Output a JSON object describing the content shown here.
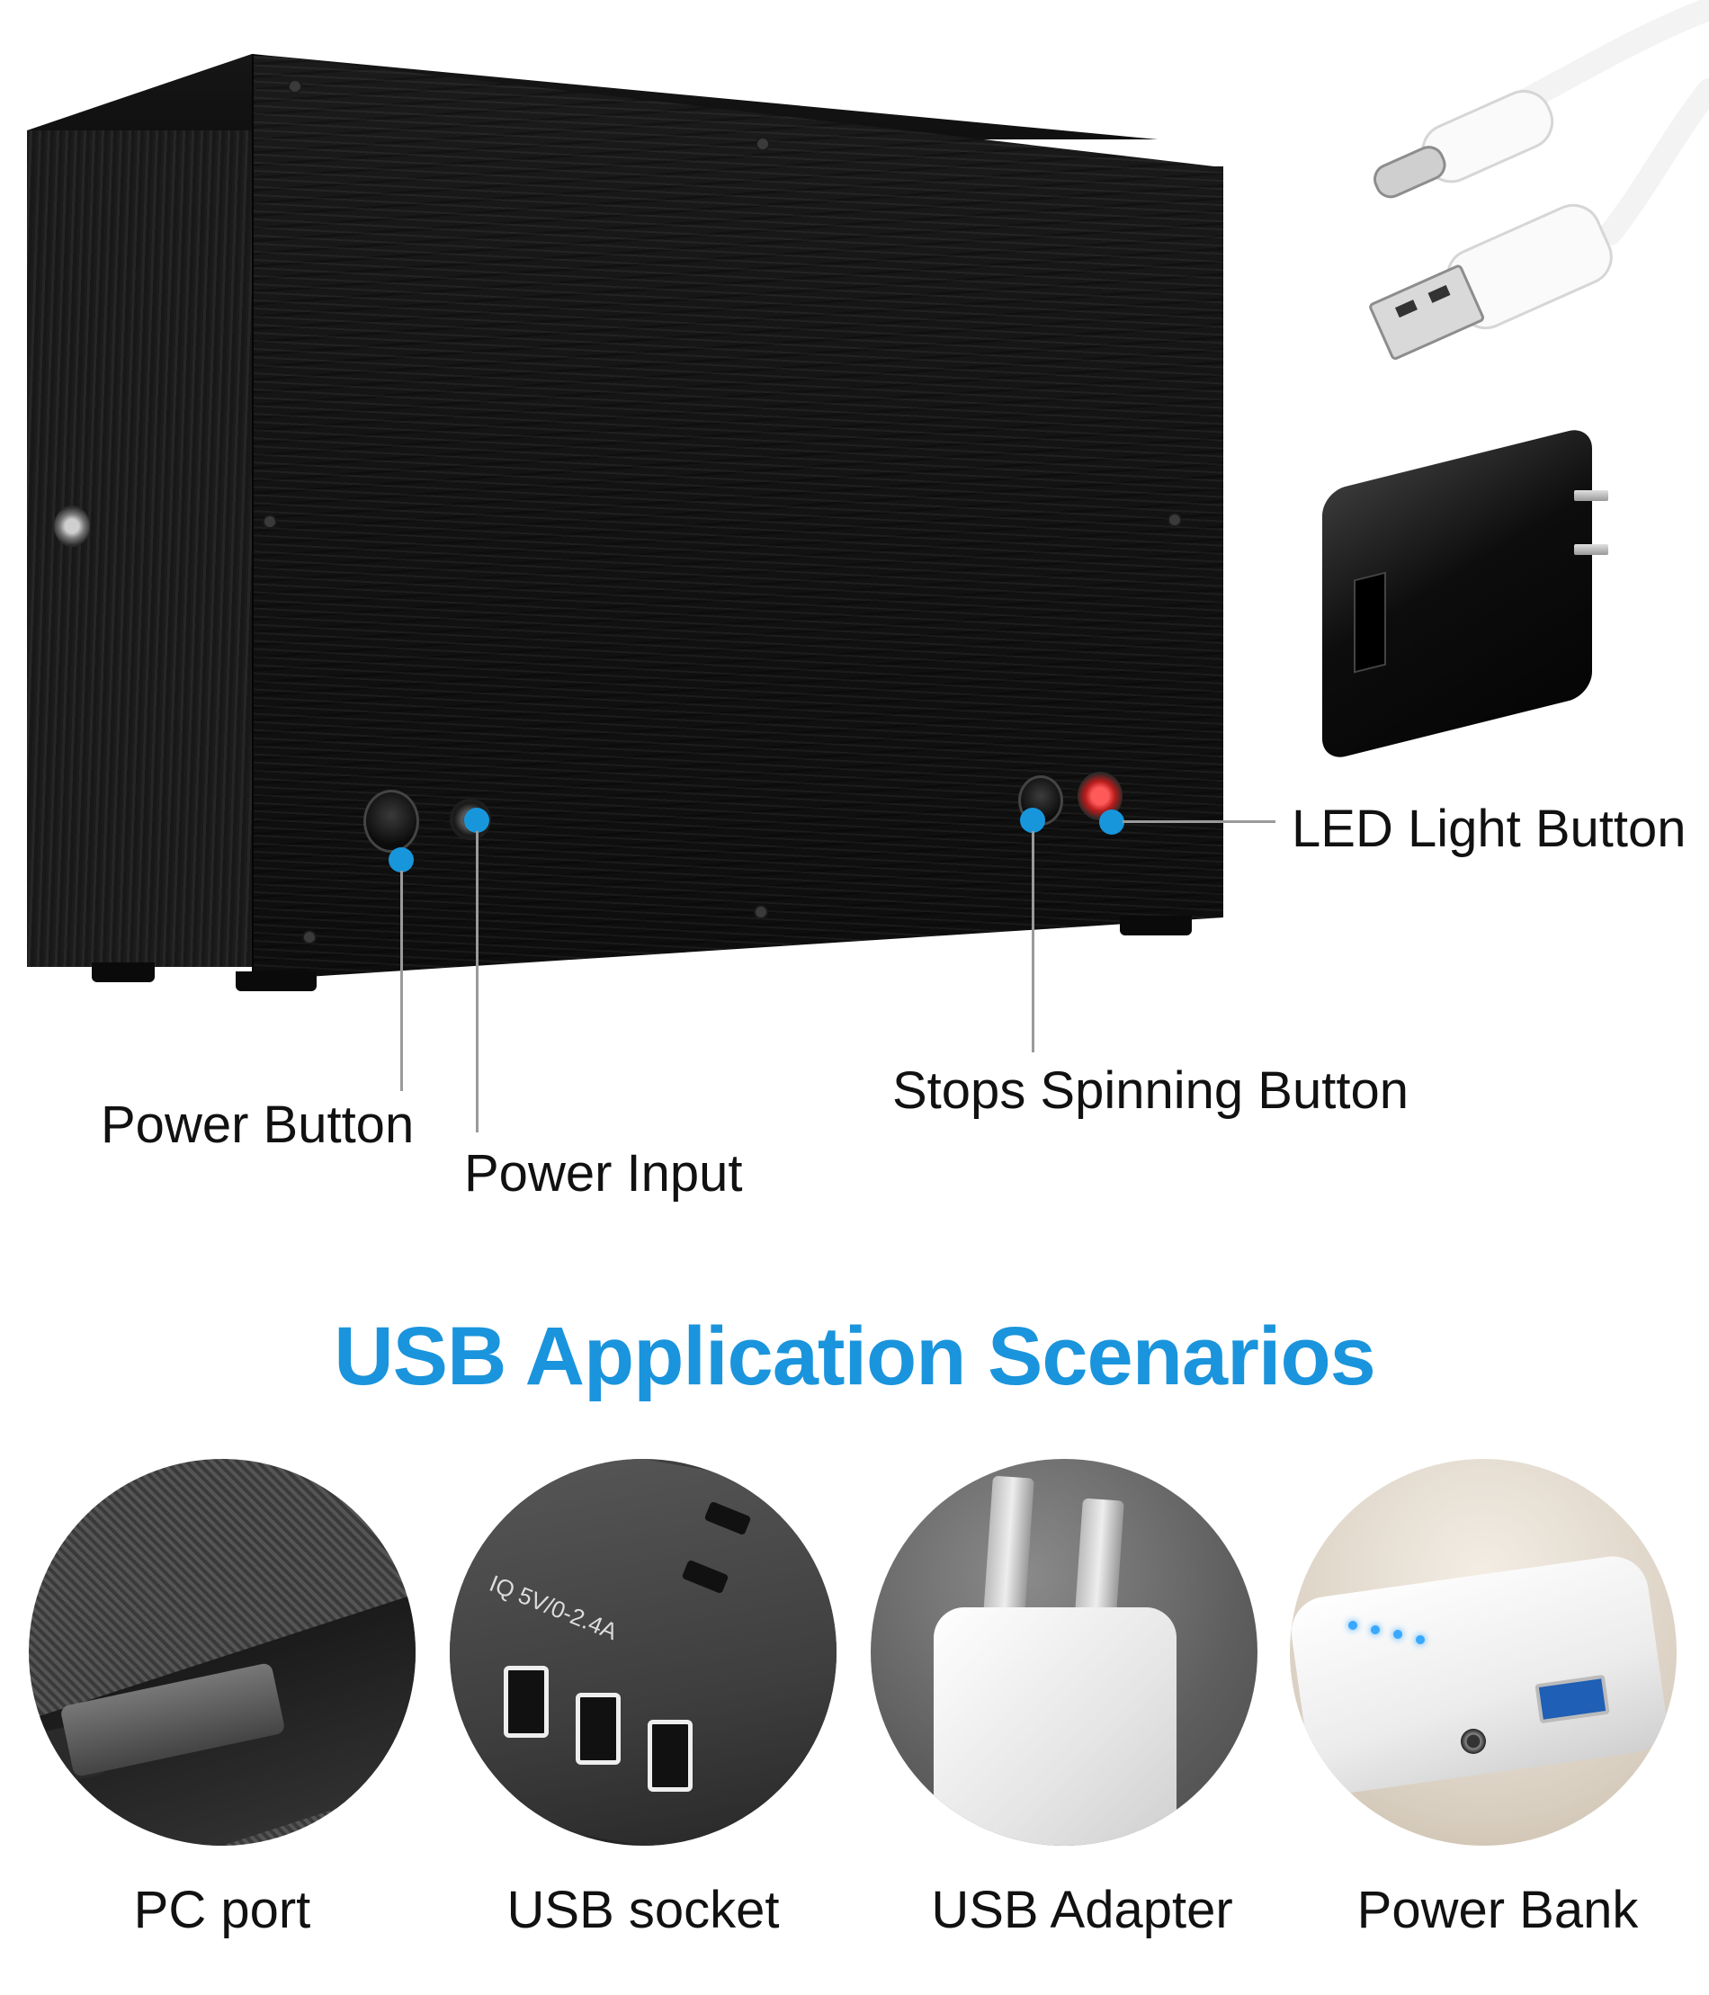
{
  "callouts": {
    "power_button": "Power Button",
    "power_input": "Power Input",
    "stops_spinning_button": "Stops Spinning Button",
    "led_light_button": "LED Light Button"
  },
  "section_title": "USB Application Scenarios",
  "scenarios": [
    {
      "label": "PC port"
    },
    {
      "label": "USB socket"
    },
    {
      "label": "USB Adapter"
    },
    {
      "label": "Power Bank"
    }
  ],
  "socket_print": "IQ 5V/0-2.4A",
  "colors": {
    "accent": "#1a94dc",
    "callout_dot": "#1896dc",
    "led_red": "#d62828",
    "box": "#111111"
  }
}
